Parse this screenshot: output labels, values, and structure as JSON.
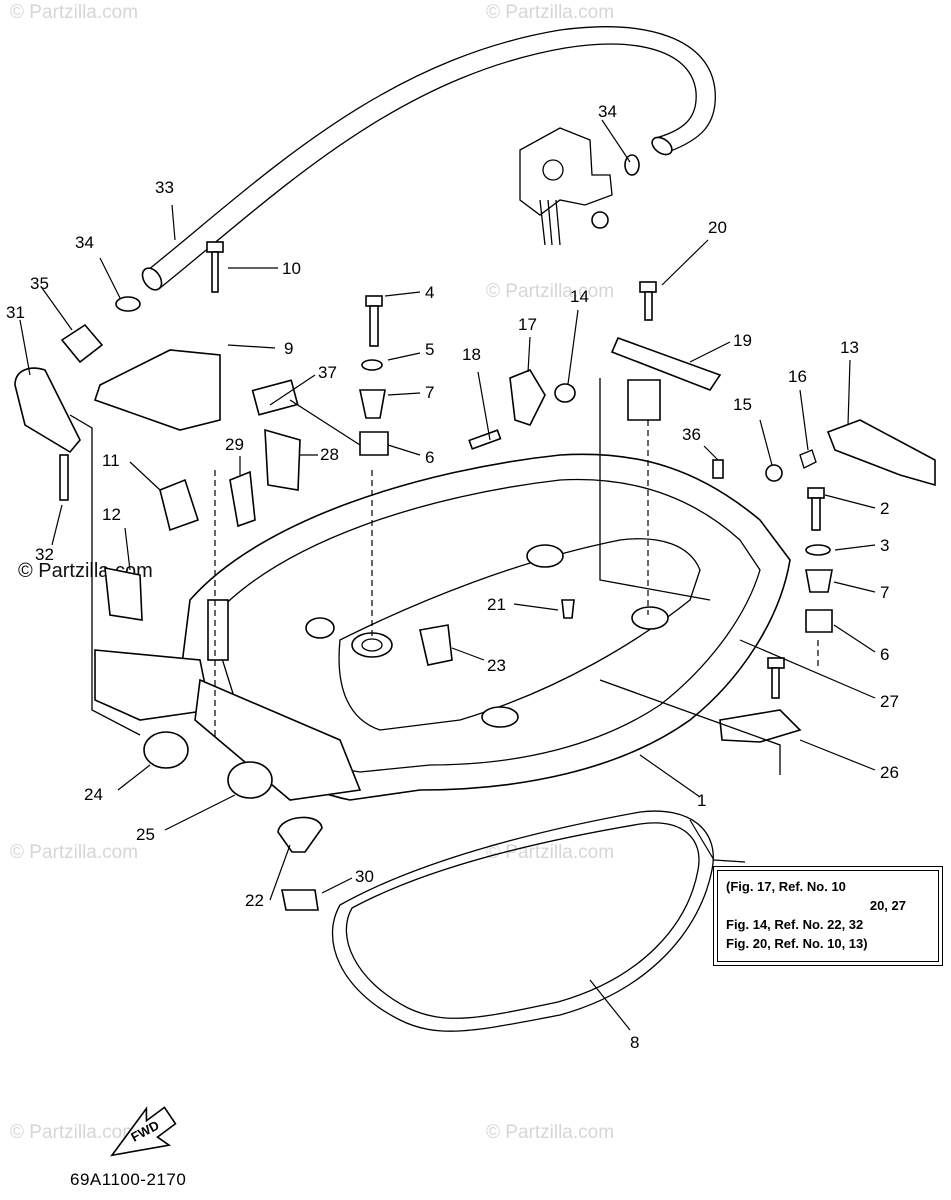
{
  "watermark": {
    "text": "© Partzilla.com",
    "dark_text": "© Partzilla.com"
  },
  "callouts": [
    "33",
    "34",
    "34",
    "35",
    "31",
    "10",
    "9",
    "4",
    "5",
    "7",
    "6",
    "37",
    "29",
    "28",
    "11",
    "12",
    "32",
    "18",
    "17",
    "14",
    "20",
    "19",
    "13",
    "16",
    "15",
    "36",
    "2",
    "3",
    "7",
    "6",
    "21",
    "23",
    "27",
    "26",
    "1",
    "24",
    "25",
    "22",
    "30",
    "8"
  ],
  "reference_note": {
    "lines": [
      "(Fig. 17, Ref. No. 10",
      "20, 27",
      "Fig. 14, Ref. No. 22, 32",
      "Fig. 20, Ref. No. 10, 13)"
    ]
  },
  "fwd_label": "FWD",
  "diagram_code": "69A1100-2170"
}
